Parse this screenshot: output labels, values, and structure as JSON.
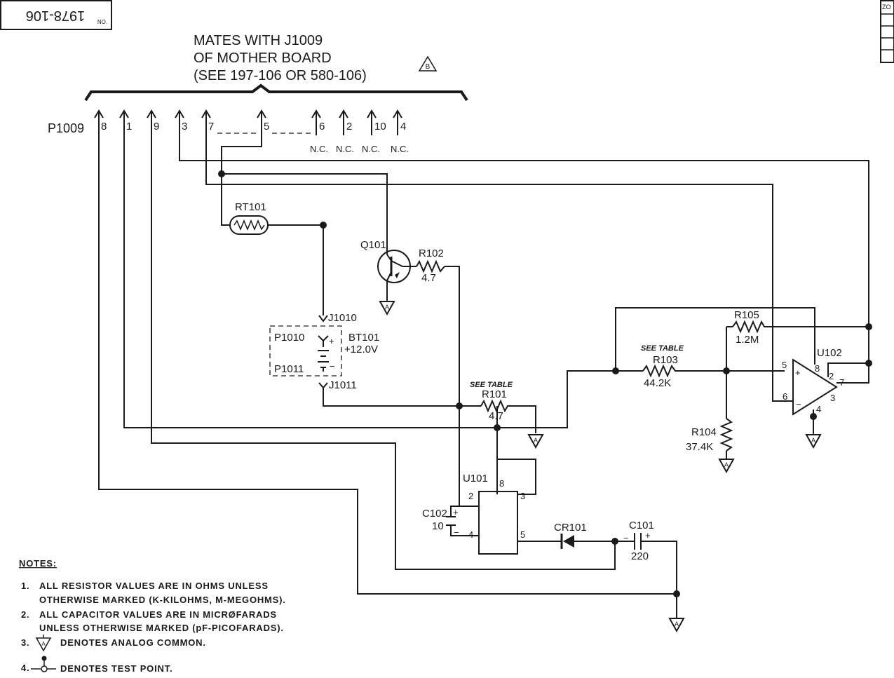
{
  "doc_number": "1978-106",
  "doc_number_suffix": "NO.",
  "zone_label": "ZO",
  "header_lines": [
    "MATES WITH J1009",
    "OF MOTHER BOARD",
    "(SEE   197-106 OR 580-106)"
  ],
  "rev_flag": "B",
  "plug_label": "P1009",
  "pins": [
    "8",
    "1",
    "9",
    "3",
    "7",
    "5",
    "6",
    "2",
    "10",
    "4"
  ],
  "nc_label": "N.C.",
  "components": {
    "rt101": {
      "ref": "RT101"
    },
    "q101": {
      "ref": "Q101"
    },
    "r102": {
      "ref": "R102",
      "value": "4.7"
    },
    "j1010": {
      "ref": "J1010"
    },
    "p1010": {
      "ref": "P1010"
    },
    "p1011": {
      "ref": "P1011"
    },
    "bt101": {
      "ref": "BT101",
      "value": "+12.0V"
    },
    "j1011": {
      "ref": "J1011"
    },
    "r101": {
      "ref": "R101",
      "value": "4.7",
      "note": "SEE TABLE"
    },
    "r103": {
      "ref": "R103",
      "value": "44.2K",
      "note": "SEE TABLE"
    },
    "r104": {
      "ref": "R104",
      "value": "37.4K"
    },
    "r105": {
      "ref": "R105",
      "value": "1.2M"
    },
    "u101": {
      "ref": "U101",
      "pins": [
        "2",
        "8",
        "3",
        "4",
        "5"
      ]
    },
    "u102": {
      "ref": "U102",
      "pins": [
        "5",
        "8",
        "2",
        "7",
        "6",
        "3",
        "4"
      ]
    },
    "c102": {
      "ref": "C102",
      "value": "10"
    },
    "cr101": {
      "ref": "CR101"
    },
    "c101": {
      "ref": "C101",
      "value": "220"
    }
  },
  "notes": {
    "title": "NOTES:",
    "items": [
      {
        "num": "1.",
        "lines": [
          "ALL RESISTOR VALUES ARE IN OHMS UNLESS",
          "OTHERWISE MARKED (K-KILOHMS, M-MEGOHMS)."
        ]
      },
      {
        "num": "2.",
        "lines": [
          "ALL CAPACITOR VALUES ARE IN MICRØFARADS",
          "UNLESS OTHERWISE MARKED (pF-PICOFARADS)."
        ]
      },
      {
        "num": "3.",
        "lines": [
          "DENOTES ANALOG COMMON."
        ]
      },
      {
        "num": "4.",
        "lines": [
          "DENOTES TEST POINT."
        ]
      }
    ]
  },
  "symbols": {
    "analog_common": "A",
    "plus": "+",
    "minus": "−"
  }
}
